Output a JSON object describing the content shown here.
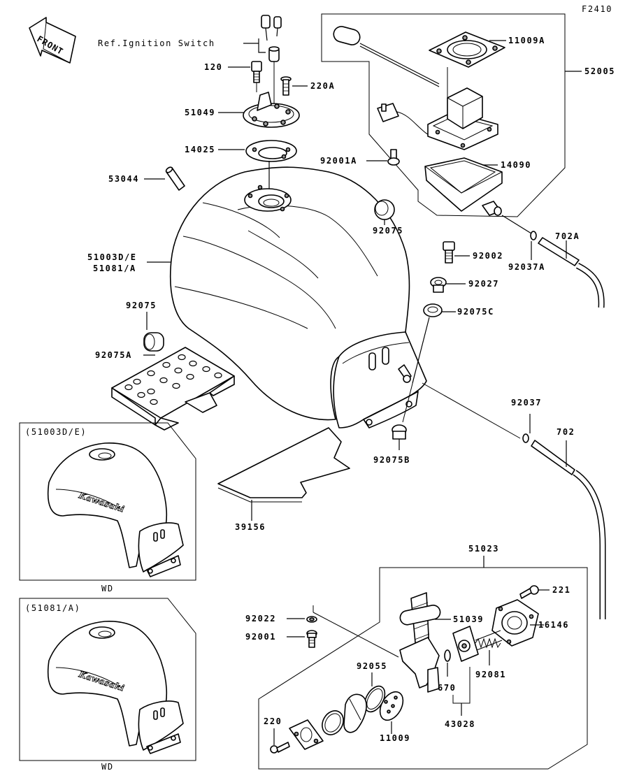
{
  "figure_code": "F2410",
  "front_label": "FRONT",
  "ref_note": "Ref.Ignition Switch",
  "labels": {
    "p120": "120",
    "p220a": "220A",
    "p51049": "51049",
    "p14025": "14025",
    "p53044": "53044",
    "p51003de": "51003D/E",
    "p51081a": "51081/A",
    "p92075_top": "92075",
    "p92075_left": "92075",
    "p92075a": "92075A",
    "p11009a": "11009A",
    "p52005": "52005",
    "p92001a": "92001A",
    "p14090": "14090",
    "p702a": "702A",
    "p92002": "92002",
    "p92037a": "92037A",
    "p92027": "92027",
    "p92075c": "92075C",
    "p92037": "92037",
    "p702": "702",
    "p92075b": "92075B",
    "p39156": "39156",
    "p51023": "51023",
    "p221": "221",
    "p92022": "92022",
    "p51039": "51039",
    "p16146": "16146",
    "p92001": "92001",
    "p92055": "92055",
    "p92081": "92081",
    "p670": "670",
    "p11009": "11009",
    "p43028": "43028",
    "p220": "220"
  },
  "inset_top": {
    "caption": "(51003D/E)",
    "brand": "Kawasaki",
    "footer": "WD"
  },
  "inset_bottom": {
    "caption": "(51081/A)",
    "brand": "Kawasaki",
    "footer": "WD"
  }
}
